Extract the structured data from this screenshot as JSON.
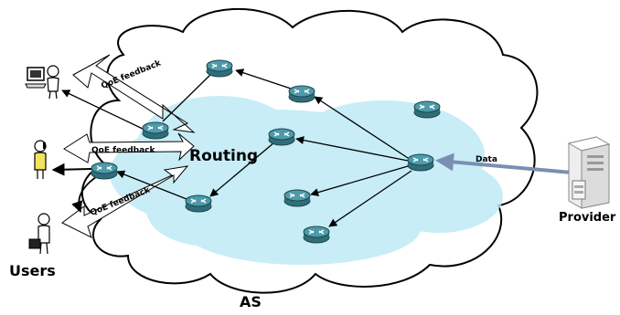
{
  "labels": {
    "routing": "Routing",
    "users": "Users",
    "as": "AS",
    "provider": "Provider",
    "data": "Data"
  },
  "feedback": [
    {
      "label": "QoE feedback"
    },
    {
      "label": "QoE feedback"
    },
    {
      "label": "QoE feedback"
    }
  ],
  "icons": {
    "router": "router-icon",
    "server": "server-icon",
    "computer": "computer-user-icon",
    "phone_user": "phone-user-icon",
    "briefcase_user": "briefcase-user-icon",
    "cloud": "cloud-icon"
  },
  "colors": {
    "cloud_fill": "#bfeaf5",
    "router_body": "#3d7f8c",
    "data_arrow": "#7b8fb3",
    "edge": "#000000",
    "phone_user_accent": "#f2e35c"
  }
}
